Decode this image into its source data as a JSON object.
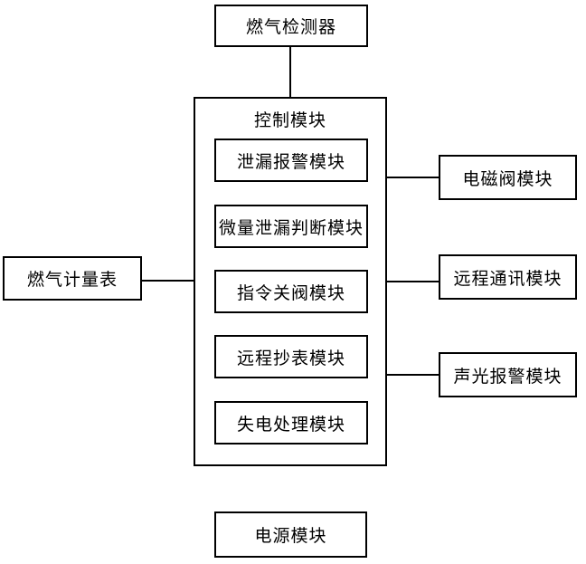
{
  "diagram": {
    "title_hint": "gas-meter-system-block-diagram",
    "colors": {
      "border": "#000000",
      "background": "#ffffff",
      "text": "#000000"
    },
    "nodes": {
      "detector": "燃气检测器",
      "meter": "燃气计量表",
      "power": "电源模块"
    },
    "control": {
      "title": "控制模块",
      "modules": [
        "泄漏报警模块",
        "微量泄漏判断模块",
        "指令关阀模块",
        "远程抄表模块",
        "失电处理模块"
      ]
    },
    "right_modules": [
      "电磁阀模块",
      "远程通讯模块",
      "声光报警模块"
    ],
    "connections": [
      "燃气检测器-控制模块",
      "燃气计量表-控制模块",
      "控制模块-电磁阀模块",
      "控制模块-远程通讯模块",
      "控制模块-声光报警模块"
    ]
  }
}
